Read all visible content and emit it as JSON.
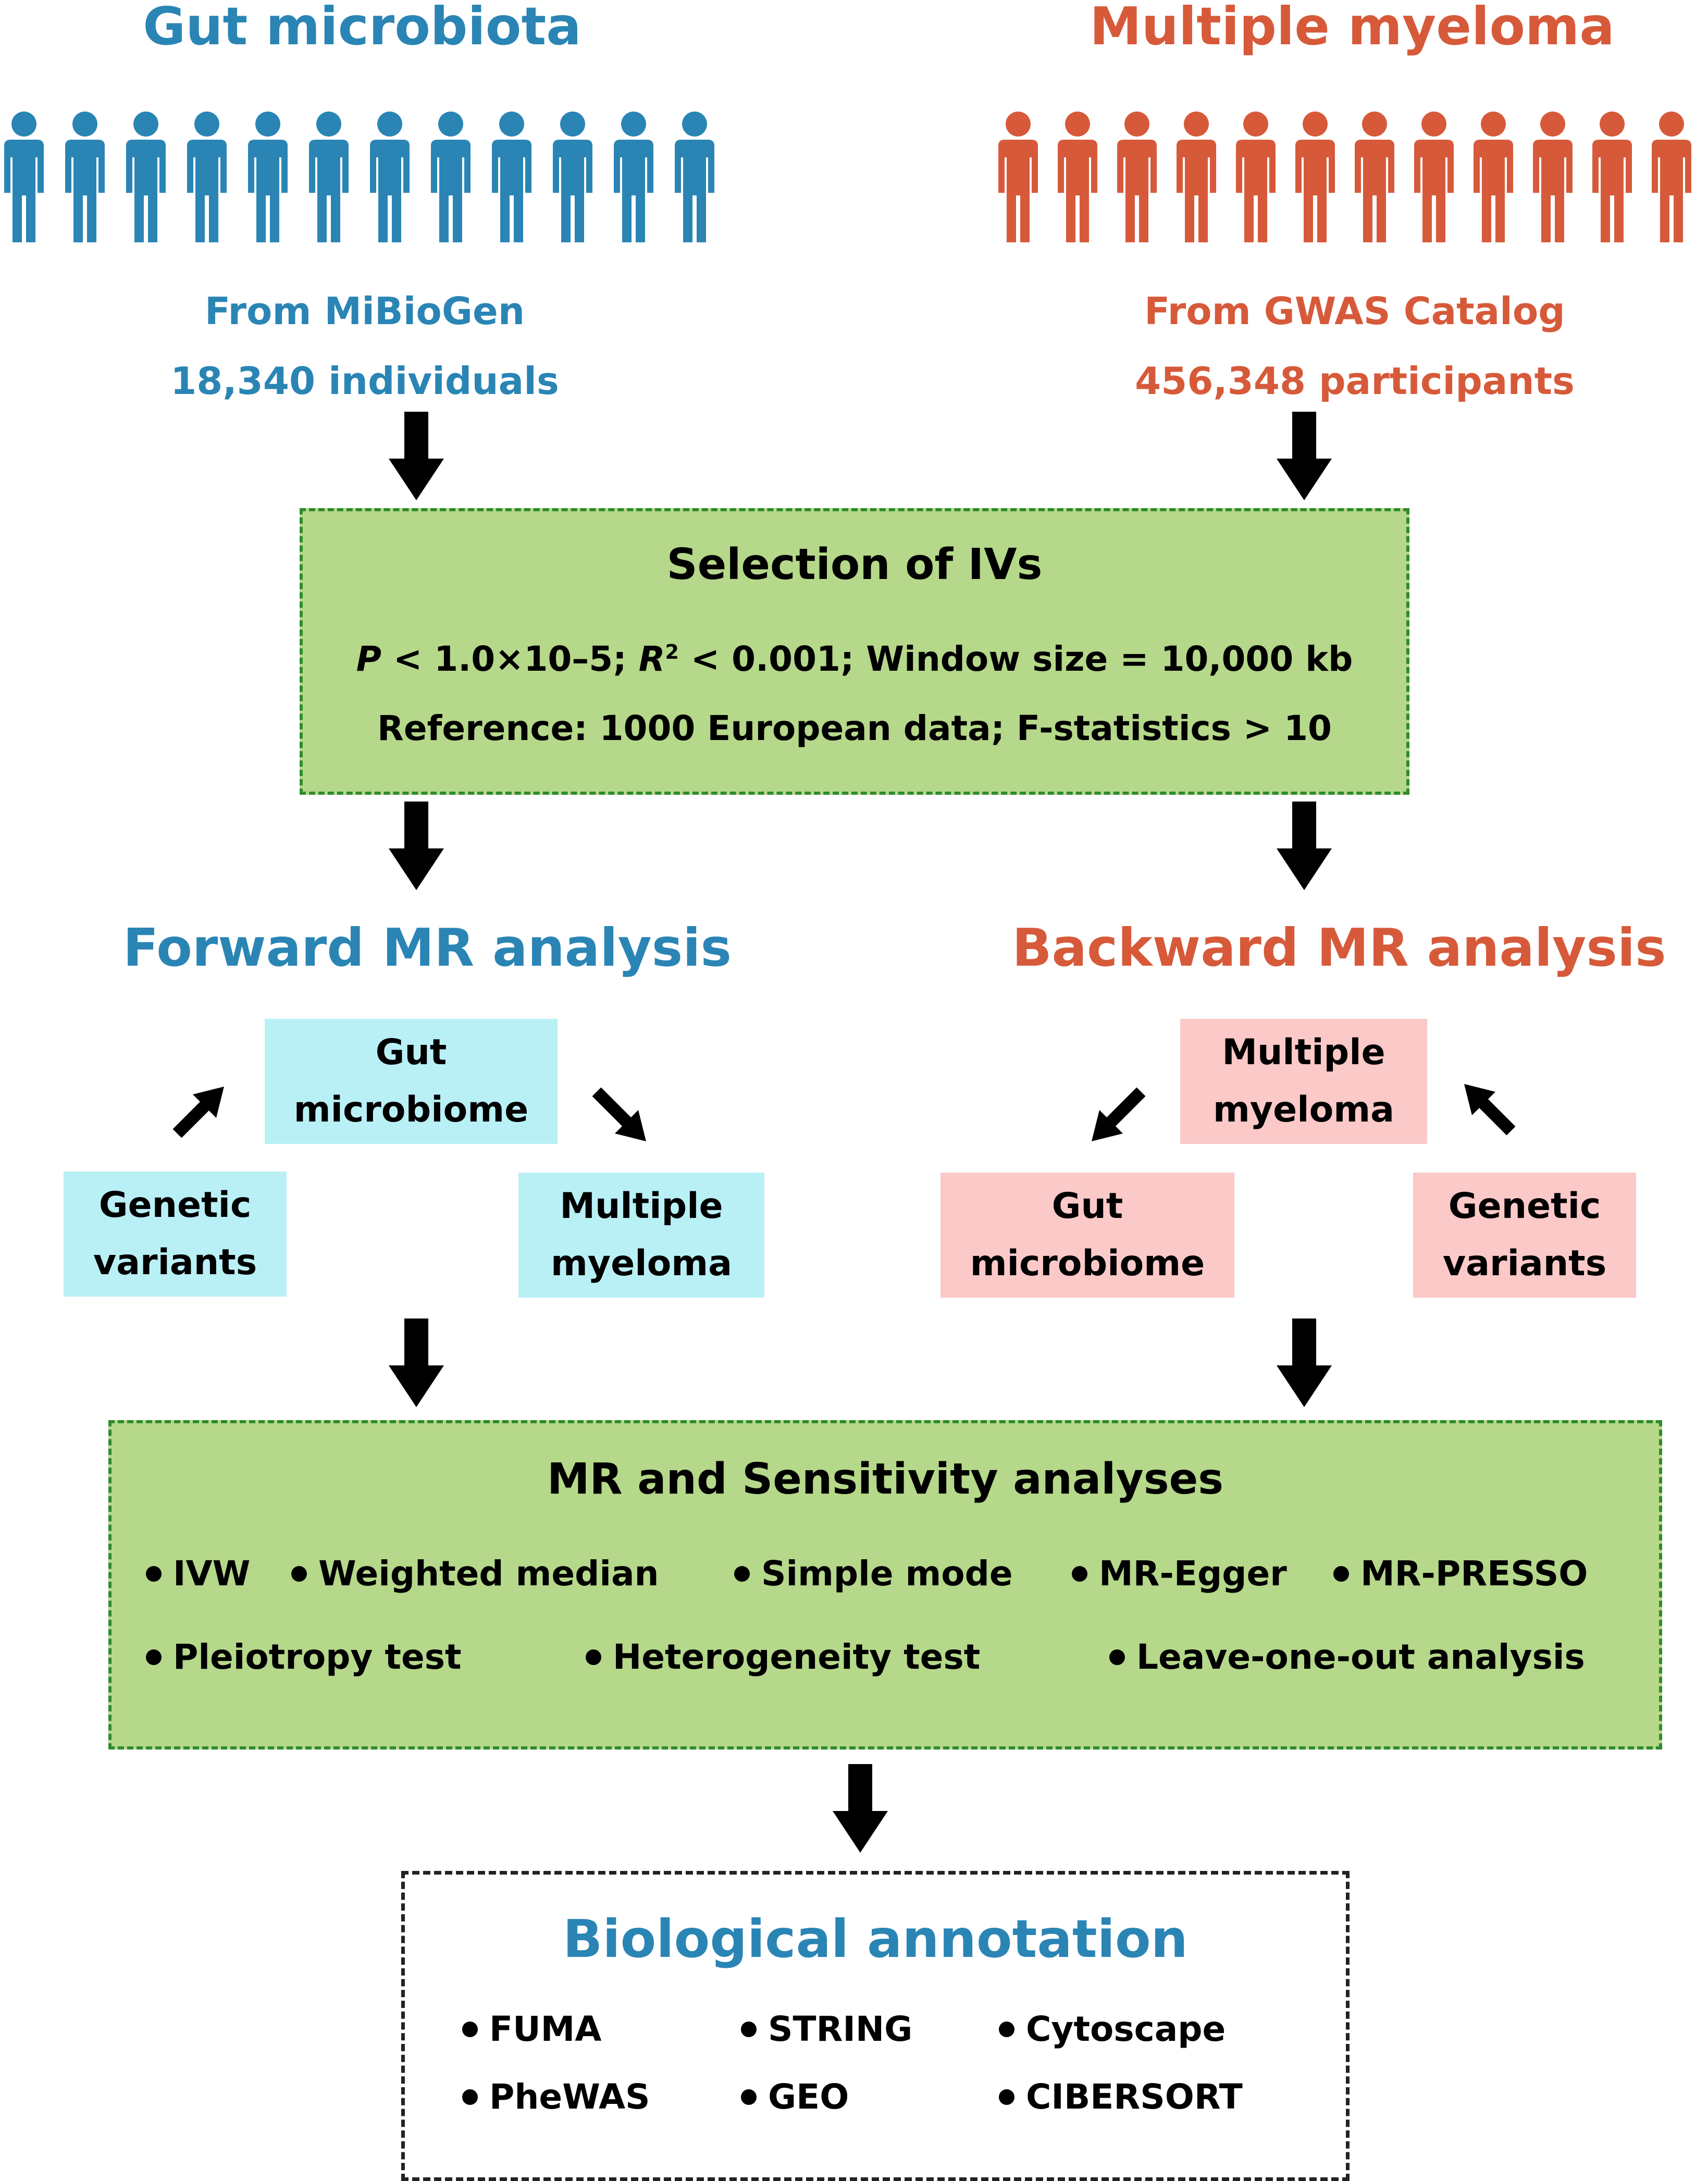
{
  "header": {
    "left_title": "Gut microbiota",
    "right_title": "Multiple myeloma",
    "left_color": "#2a85b5",
    "right_color": "#d65a3a",
    "left_icon": "person-icon",
    "right_icon": "person-icon",
    "left_person_count": 12,
    "right_person_count": 12
  },
  "sources": {
    "left_line1": "From MiBioGen",
    "left_line2": "18,340 individuals",
    "right_line1": "From GWAS Catalog",
    "right_line2": "456,348 participants"
  },
  "selection": {
    "title": "Selection of IVs",
    "p_symbol": "P",
    "p_text": " < 1.0×10–5; ",
    "r_symbol": "R",
    "r_sup": "2",
    "r_text": " < 0.001; Window size = 10,000 kb",
    "line2": "Reference: 1000 European data; F-statistics > 10",
    "fill_color": "#b6d88a",
    "border_color": "#2e8b2e"
  },
  "forward": {
    "title": "Forward MR analysis",
    "top_box_line1": "Gut",
    "top_box_line2": "microbiome",
    "left_box_line1": "Genetic",
    "left_box_line2": "variants",
    "right_box_line1": "Multiple",
    "right_box_line2": "myeloma",
    "box_color": "#b9f0f6"
  },
  "backward": {
    "title": "Backward MR analysis",
    "top_box_line1": "Multiple",
    "top_box_line2": "myeloma",
    "left_box_line1": "Gut",
    "left_box_line2": "microbiome",
    "right_box_line1": "Genetic",
    "right_box_line2": "variants",
    "box_color": "#fbc9c8"
  },
  "mr_sensitivity": {
    "title": "MR and Sensitivity analyses",
    "row1": [
      "IVW",
      "Weighted median",
      "Simple mode",
      "MR-Egger",
      "MR-PRESSO"
    ],
    "row2": [
      "Pleiotropy test",
      "Heterogeneity test",
      "Leave-one-out analysis"
    ]
  },
  "annotation": {
    "title": "Biological annotation",
    "row1": [
      "FUMA",
      "STRING",
      "Cytoscape"
    ],
    "row2": [
      "PheWAS",
      "GEO",
      "CIBERSORT"
    ]
  }
}
